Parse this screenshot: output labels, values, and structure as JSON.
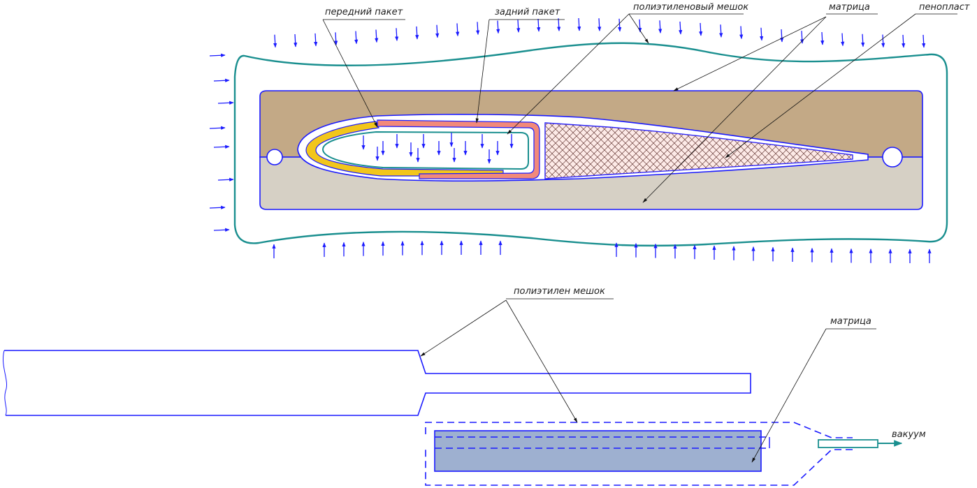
{
  "labels": {
    "front_pack": "передний пакет",
    "rear_pack": "задний пакет",
    "poly_bag": "полиэтиленовый мешок",
    "matrix_top": "матрица",
    "foam": "пенопласт",
    "poly_bag_bottom": "полиэтилен мешок",
    "matrix_bottom": "матрица",
    "vacuum": "вакуум"
  },
  "colors": {
    "outline": "#1a1aff",
    "bag": "#1a8f8f",
    "mold_top": "#c3a986",
    "mold_bottom": "#d6d0c5",
    "front_pack": "#f2c61b",
    "rear_pack": "#f2897a",
    "matrix_fill": "#9eb0d0",
    "foam_hatch": "#4a2a2a",
    "arrow": "#1a1aff"
  }
}
